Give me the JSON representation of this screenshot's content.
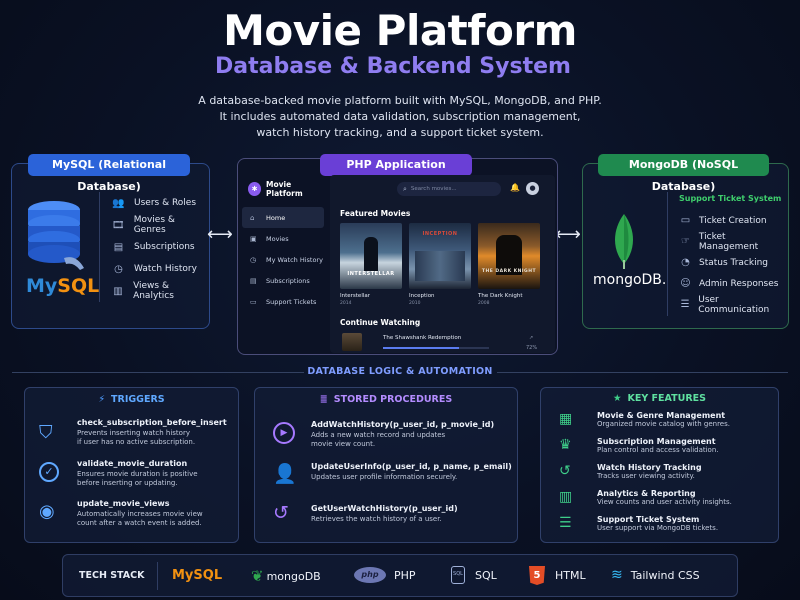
{
  "header": {
    "title": "Movie Platform",
    "subtitle": "Database & Backend System",
    "intro": [
      "A database-backed movie platform built with MySQL, MongoDB, and PHP.",
      "It includes automated data validation, subscription management,",
      "watch history tracking, and a support ticket system."
    ]
  },
  "mysql": {
    "badge": "MySQL (Relational Database)",
    "logo_text": "MySQL",
    "items": [
      {
        "label": "Users & Roles",
        "icon": "users-icon"
      },
      {
        "label": "Movies & Genres",
        "icon": "film-icon"
      },
      {
        "label": "Subscriptions",
        "icon": "card-icon"
      },
      {
        "label": "Watch History",
        "icon": "clock-icon"
      },
      {
        "label": "Views & Analytics",
        "icon": "chart-icon"
      }
    ]
  },
  "php": {
    "badge": "PHP Application",
    "app_name": "Movie Platform",
    "search_placeholder": "Search movies...",
    "nav": [
      {
        "label": "Home",
        "icon": "home-icon"
      },
      {
        "label": "Movies",
        "icon": "film-icon"
      },
      {
        "label": "My Watch History",
        "icon": "clock-icon"
      },
      {
        "label": "Subscriptions",
        "icon": "card-icon"
      },
      {
        "label": "Support Tickets",
        "icon": "ticket-icon"
      }
    ],
    "featured_title": "Featured Movies",
    "movies": [
      {
        "title": "Interstellar",
        "year": "2014",
        "poster_text": "INTERSTELLAR"
      },
      {
        "title": "Inception",
        "year": "2010",
        "poster_text": "INCEPTION"
      },
      {
        "title": "The Dark Knight",
        "year": "2008",
        "poster_text": "THE DARK KNIGHT"
      }
    ],
    "continue_title": "Continue Watching",
    "continue_item": {
      "title": "The Shawshank Redemption",
      "progress_label": "72%",
      "progress": 0.72
    }
  },
  "mongodb": {
    "badge": "MongoDB (NoSQL Database)",
    "logo_text": "mongoDB.",
    "section_title": "Support Ticket System",
    "items": [
      {
        "label": "Ticket Creation",
        "icon": "ticket-icon"
      },
      {
        "label": "Ticket Management",
        "icon": "manage-icon"
      },
      {
        "label": "Status Tracking",
        "icon": "status-icon"
      },
      {
        "label": "Admin Responses",
        "icon": "admin-icon"
      },
      {
        "label": "User Communication",
        "icon": "chat-icon"
      }
    ]
  },
  "logic": {
    "section_title": "DATABASE LOGIC & AUTOMATION",
    "triggers": {
      "title": "TRIGGERS",
      "items": [
        {
          "name": "check_subscription_before_insert",
          "desc": [
            "Prevents inserting watch history",
            "if user has no active subscription."
          ],
          "icon": "shield-icon"
        },
        {
          "name": "validate_movie_duration",
          "desc": [
            "Ensures movie duration is positive",
            "before inserting or updating."
          ],
          "icon": "check-icon"
        },
        {
          "name": "update_movie_views",
          "desc": [
            "Automatically increases movie view",
            "count after a watch event is added."
          ],
          "icon": "eye-icon"
        }
      ]
    },
    "procedures": {
      "title": "STORED PROCEDURES",
      "items": [
        {
          "name": "AddWatchHistory(p_user_id, p_movie_id)",
          "desc": [
            "Adds a new watch record and updates",
            "movie view count."
          ],
          "icon": "play-icon"
        },
        {
          "name": "UpdateUserInfo(p_user_id, p_name, p_email)",
          "desc": [
            "Updates user profile information securely."
          ],
          "icon": "user-edit-icon"
        },
        {
          "name": "GetUserWatchHistory(p_user_id)",
          "desc": [
            "Retrieves the watch history of a user."
          ],
          "icon": "history-icon"
        }
      ]
    },
    "features": {
      "title": "KEY FEATURES",
      "items": [
        {
          "name": "Movie & Genre Management",
          "desc": "Organized movie catalog with genres.",
          "icon": "film-icon"
        },
        {
          "name": "Subscription Management",
          "desc": "Plan control and access validation.",
          "icon": "crown-icon"
        },
        {
          "name": "Watch History Tracking",
          "desc": "Tracks user viewing activity.",
          "icon": "history-icon"
        },
        {
          "name": "Analytics & Reporting",
          "desc": "View counts and user activity insights.",
          "icon": "chart-icon"
        },
        {
          "name": "Support Ticket System",
          "desc": "User support via MongoDB tickets.",
          "icon": "chat-icon"
        }
      ]
    }
  },
  "tech_stack": {
    "label": "TECH STACK",
    "items": [
      "MySQL",
      "mongoDB",
      "PHP",
      "SQL",
      "HTML",
      "Tailwind CSS"
    ]
  },
  "colors": {
    "mysql": "#2b63d9",
    "php": "#6a3fd6",
    "mongodb": "#1f8a4f",
    "accent": "#8f7df0"
  }
}
